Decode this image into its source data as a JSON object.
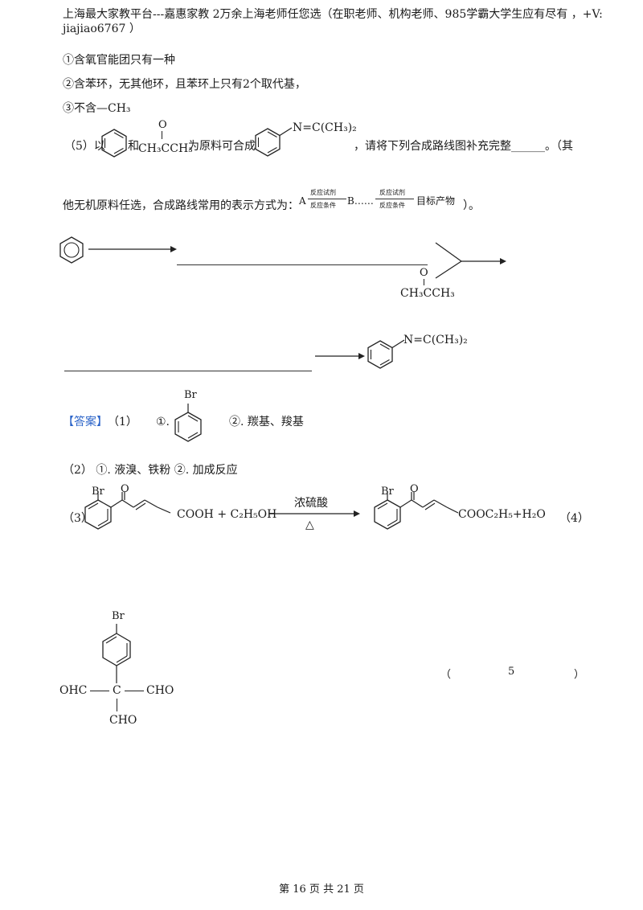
{
  "header": {
    "line1": "上海最大家教平台---嘉惠家教    2万余上海老师任您选（在职老师、机构老师、985学霸大学生应有尽有  ，+V:",
    "line2": "jiajiao6767 ）"
  },
  "conditions": [
    "①含氧官能团只有一种",
    "②含苯环，无其他环，且苯环上只有2个取代基，",
    "③不含—CH₃"
  ],
  "q5": {
    "prefix": "（5）以",
    "and": "和",
    "ketone_top": "O",
    "ketone_formula": "CH₃CCH₃",
    "middle": "为原料可合成",
    "product_group": "N=C(CH₃)₂",
    "suffix": "，请将下列合成路线图补充完整______。（其",
    "line2": "他无机原料任选，合成路线常用的表示方式为：",
    "line2_end": "）。"
  },
  "route_legend": {
    "a": "A",
    "reagent1": "反应试剂",
    "condition1": "反应条件",
    "b": "B……",
    "reagent2": "反应试剂",
    "condition2": "反应条件",
    "target": "目标产物"
  },
  "scheme": {
    "ketone_o": "O",
    "ketone_formula": "CH₃CCH₃",
    "product_group": "N=C(CH₃)₂"
  },
  "answer": {
    "tag": "【答案】",
    "a1_num": "（1）",
    "a1_i": "①.",
    "a1_br": "Br",
    "a1_ii": "②. 羰基、羧基",
    "a2": "（2）      ①. 液溴、铁粉      ②. 加成反应",
    "a3_num": "（3）",
    "a3_br_left": "Br",
    "a3_o_left": "O",
    "a3_left": "COOH + C₂H₅OH",
    "a3_cond_top": "浓硫酸",
    "a3_cond_bottom": "△",
    "a3_br_right": "Br",
    "a3_o_right": "O",
    "a3_right": "COOC₂H₅+H₂O",
    "a4_num": "（4）",
    "a4_br": "Br",
    "a4_left": "OHC",
    "a4_c": "C",
    "a4_right": "CHO",
    "a4_bottom": "CHO",
    "a5_open": "（",
    "a5_num": "5",
    "a5_close": "）"
  },
  "footer": "第 16 页 共 21 页"
}
